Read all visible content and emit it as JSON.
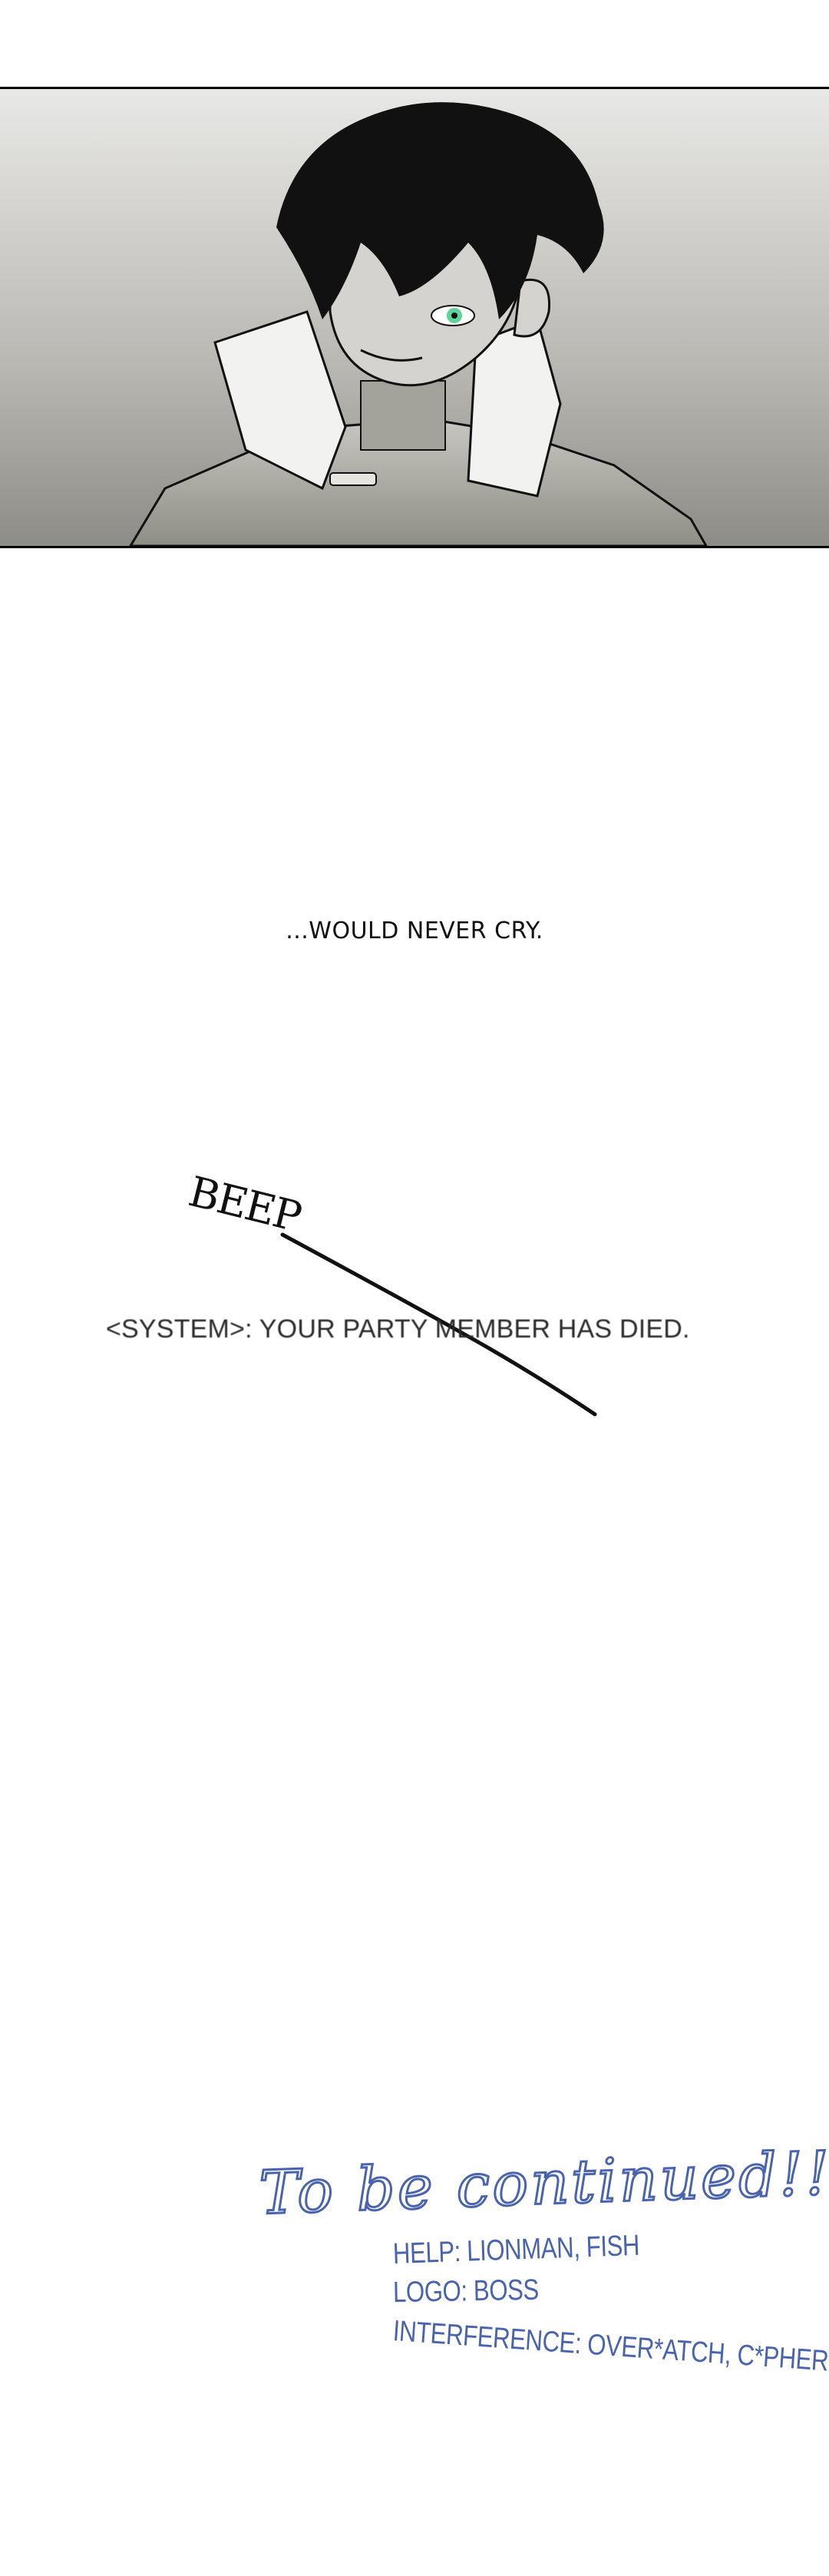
{
  "panel": {
    "image": "character-illustration"
  },
  "caption": {
    "text": "...WOULD NEVER CRY."
  },
  "sfx": {
    "text": "BEEP"
  },
  "system": {
    "text": "<SYSTEM>: YOUR PARTY MEMBER HAS DIED."
  },
  "credits": {
    "title": "To be continued!!",
    "help": "HELP: LIONMAN, FISH",
    "logo": "LOGO: BOSS",
    "interference": "INTERFERENCE: OVER*ATCH, C*PHERS",
    "color": "#4a63ad"
  }
}
